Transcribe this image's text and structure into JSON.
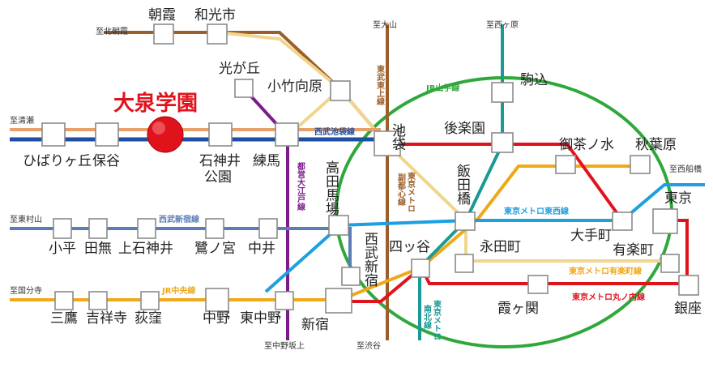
{
  "highlight": {
    "label": "大泉学園",
    "color": "#e0131d"
  },
  "colors": {
    "seibu_ikebukuro": "#1f4fa3",
    "seibu_ikebukuro_pair": "#e8a06b",
    "seibu_shinjuku": "#5b7db5",
    "tobu_tojo": "#1f4fa3",
    "yurakucho": "#f0d58c",
    "fukutoshin": "#9c5e2a",
    "toei_oedo": "#7a1d8a",
    "jr_yamanote": "#2fa83b",
    "jr_chuo": "#f0a818",
    "tozai": "#1d9fe0",
    "marunouchi": "#e0131d",
    "namboku": "#1a9a96",
    "tobu_tojo_upper": "#9c5e2a"
  },
  "stations": {
    "hibarigaoka": "ひばりヶ丘",
    "hoya": "保谷",
    "shakujii": "石神井",
    "shakujii2": "公園",
    "nerima": "練馬",
    "kotakemukaihara": "小竹向原",
    "hikarigaoka": "光が丘",
    "asaka": "朝霞",
    "wakoshi": "和光市",
    "ikebukuro": "池袋",
    "komagome": "駒込",
    "korakuen": "後楽園",
    "iidabashi": "飯田橋",
    "ochanomizu": "御茶ノ水",
    "akihabara": "秋葉原",
    "tokyo": "東京",
    "otemachi": "大手町",
    "yurakucho": "有楽町",
    "ginza": "銀座",
    "nagatacho": "永田町",
    "kasumigaseki": "霞ヶ関",
    "yotsuya": "四ッ谷",
    "takadanobaba": "高田馬場",
    "seibushinjuku": "西武新宿",
    "shinjuku": "新宿",
    "nakano": "中野",
    "higashinakano": "東中野",
    "ogikubo": "荻窪",
    "kichijoji": "吉祥寺",
    "mitaka": "三鷹",
    "kodaira": "小平",
    "tanashi": "田無",
    "kamishakujii": "上石神井",
    "saginomiya": "鷺ノ宮",
    "nakai": "中井"
  },
  "directions": {
    "kitaasaka": "至北朝霞",
    "kiyose": "至清瀬",
    "ooyama": "至大山",
    "nishigahara": "至西ヶ原",
    "nishifunabashi": "至西船橋",
    "higashimurayama": "至東村山",
    "kokubunji": "至国分寺",
    "nakanosakaue": "至中野坂上",
    "shibuya": "至渋谷"
  },
  "lines": {
    "seibu_ikebukuro": "西武池袋線",
    "seibu_shinjuku": "西武新宿線",
    "jr_chuo": "JR中央線",
    "jr_yamanote": "JR山手線",
    "tobu_tojo": "東武東上線",
    "fukutoshin": "副都心線",
    "fukutoshin2": "東京メトロ",
    "oedo": "都営大江戸線",
    "tozai": "東京メトロ東西線",
    "yurakucho": "東京メトロ有楽町線",
    "marunouchi": "東京メトロ丸ノ内線",
    "namboku": "東京メトロ",
    "namboku2": "南北線"
  }
}
